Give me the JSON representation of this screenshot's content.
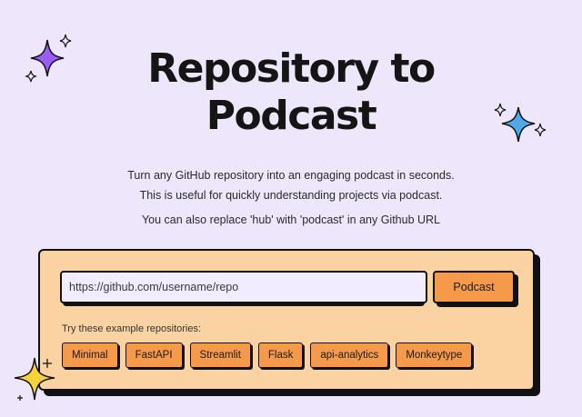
{
  "hero": {
    "title_line1": "Repository to",
    "title_line2": "Podcast"
  },
  "description": {
    "line1": "Turn any GitHub repository into an engaging podcast in seconds.",
    "line2": "This is useful for quickly understanding projects via podcast.",
    "line3": "You can also replace 'hub' with 'podcast' in any Github URL"
  },
  "form": {
    "url_value": "https://github.com/username/repo",
    "submit_label": "Podcast"
  },
  "examples": {
    "label": "Try these example repositories:",
    "items": [
      "Minimal",
      "FastAPI",
      "Streamlit",
      "Flask",
      "api-analytics",
      "Monkeytype"
    ]
  },
  "colors": {
    "background": "#eee7fb",
    "card": "#fbd3a3",
    "accent_orange": "#f59a4a",
    "input_bg": "#f1ecff",
    "sparkle_purple": "#9b5cf6",
    "sparkle_blue": "#4fa8e8",
    "sparkle_yellow": "#f7d23a"
  },
  "icons": [
    "sparkle-purple-icon",
    "sparkle-outline-icon",
    "sparkle-blue-icon",
    "sparkle-yellow-icon",
    "plus-icon"
  ]
}
